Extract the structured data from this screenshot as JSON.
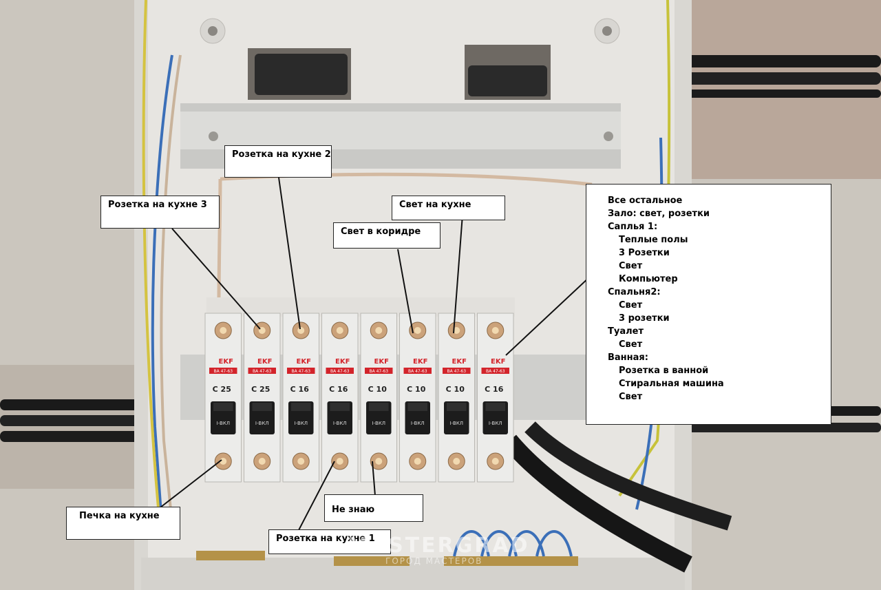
{
  "photo": {
    "subject": "electrical-panel",
    "breakers": [
      {
        "brand": "EKF",
        "model": "BA 47-63",
        "rating": "C 25",
        "switch": "I-ВКЛ"
      },
      {
        "brand": "EKF",
        "model": "BA 47-63",
        "rating": "C 25",
        "switch": "I-ВКЛ"
      },
      {
        "brand": "EKF",
        "model": "BA 47-63",
        "rating": "C 16",
        "switch": "I-ВКЛ"
      },
      {
        "brand": "EKF",
        "model": "BA 47-63",
        "rating": "C 16",
        "switch": "I-ВКЛ"
      },
      {
        "brand": "EKF",
        "model": "BA 47-63",
        "rating": "C 10",
        "switch": "I-ВКЛ"
      },
      {
        "brand": "EKF",
        "model": "BA 47-63",
        "rating": "C 10",
        "switch": "I-ВКЛ"
      },
      {
        "brand": "EKF",
        "model": "BA 47-63",
        "rating": "C 10",
        "switch": "I-ВКЛ"
      },
      {
        "brand": "EKF",
        "model": "BA 47-63",
        "rating": "C 16",
        "switch": "I-ВКЛ"
      }
    ]
  },
  "labels": {
    "kitchen_socket_2": "Розетка на кухне 2",
    "kitchen_socket_3": "Розетка на кухне 3",
    "kitchen_light": "Свет на кухне",
    "corridor_light": "Свет в коридре",
    "kitchen_stove": "Печка на кухне",
    "unknown": "Не знаю",
    "kitchen_socket_1": "Розетка на кухне 1"
  },
  "rest_list": {
    "title": "Все остальное",
    "items": [
      {
        "text": "Зало: свет, розетки",
        "indent": false
      },
      {
        "text": "Саплья 1:",
        "indent": false
      },
      {
        "text": "Теплые полы",
        "indent": true
      },
      {
        "text": "3 Розетки",
        "indent": true
      },
      {
        "text": "Свет",
        "indent": true
      },
      {
        "text": "Компьютер",
        "indent": true
      },
      {
        "text": "Спальня2:",
        "indent": false
      },
      {
        "text": "Свет",
        "indent": true
      },
      {
        "text": "3 розетки",
        "indent": true
      },
      {
        "text": "Туалет",
        "indent": false
      },
      {
        "text": "Свет",
        "indent": true
      },
      {
        "text": "Ванная:",
        "indent": false
      },
      {
        "text": "Розетка в ванной",
        "indent": true
      },
      {
        "text": "Стиральная машина",
        "indent": true
      },
      {
        "text": "Свет",
        "indent": true
      }
    ]
  },
  "watermark": {
    "main": "MASTERGRAD",
    "sub": "ГОРОД МАСТЕРОВ"
  },
  "colors": {
    "wall": "#cfcac3",
    "panel": "#e4e2de",
    "rail": "#d6d6d4",
    "breaker": "#ececea",
    "ekf_red": "#d3242b"
  }
}
